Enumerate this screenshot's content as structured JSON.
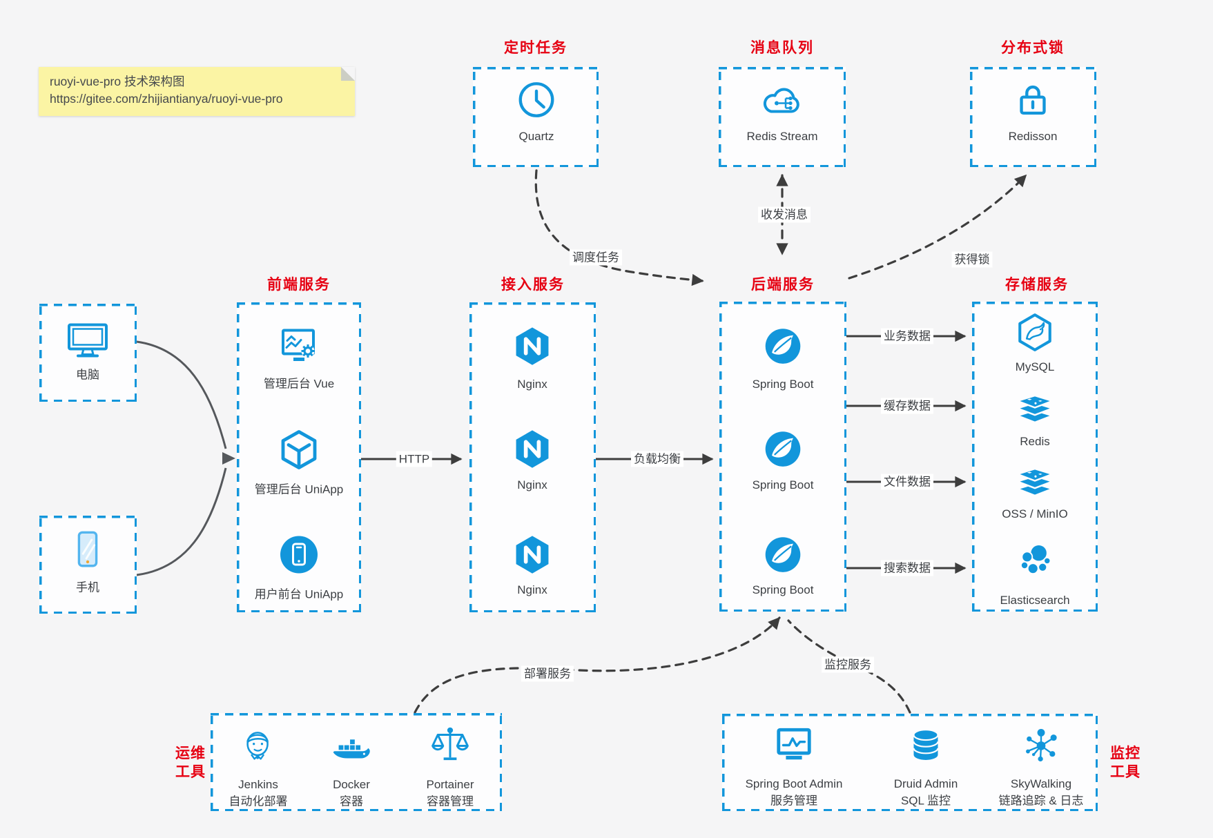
{
  "note": {
    "line1": "ruoyi-vue-pro 技术架构图",
    "line2": "https://gitee.com/zhijiantianya/ruoyi-vue-pro"
  },
  "colors": {
    "accent_blue": "#1296db",
    "title_red": "#e60012",
    "connector_dark": "#3d3d3d",
    "note_yellow": "#fbf4a4"
  },
  "top_services": [
    {
      "title": "定时任务",
      "label": "Quartz",
      "icon": "clock-icon"
    },
    {
      "title": "消息队列",
      "label": "Redis Stream",
      "icon": "cloud-stream-icon"
    },
    {
      "title": "分布式锁",
      "label": "Redisson",
      "icon": "lock-icon"
    }
  ],
  "clients": [
    {
      "label": "电脑",
      "icon": "desktop-icon"
    },
    {
      "label": "手机",
      "icon": "smartphone-icon"
    }
  ],
  "frontend": {
    "title": "前端服务",
    "items": [
      "管理后台 Vue",
      "管理后台 UniApp",
      "用户前台 UniApp"
    ]
  },
  "gateway": {
    "title": "接入服务",
    "items": [
      "Nginx",
      "Nginx",
      "Nginx"
    ]
  },
  "backend": {
    "title": "后端服务",
    "items": [
      "Spring Boot",
      "Spring Boot",
      "Spring Boot"
    ]
  },
  "storage": {
    "title": "存储服务",
    "items": [
      "MySQL",
      "Redis",
      "OSS / MinIO",
      "Elasticsearch"
    ]
  },
  "ops": {
    "title_line1": "运维",
    "title_line2": "工具",
    "items": [
      {
        "name": "Jenkins",
        "desc": "自动化部署",
        "icon": "jenkins-icon"
      },
      {
        "name": "Docker",
        "desc": "容器",
        "icon": "docker-whale-icon"
      },
      {
        "name": "Portainer",
        "desc": "容器管理",
        "icon": "scales-icon"
      }
    ]
  },
  "monitor": {
    "title_line1": "监控",
    "title_line2": "工具",
    "items": [
      {
        "name": "Spring Boot Admin",
        "desc": "服务管理",
        "icon": "monitor-pulse-icon"
      },
      {
        "name": "Druid Admin",
        "desc": "SQL 监控",
        "icon": "database-icon"
      },
      {
        "name": "SkyWalking",
        "desc": "链路追踪 & 日志",
        "icon": "topology-icon"
      }
    ]
  },
  "edges": {
    "http": "HTTP",
    "load_balance": "负载均衡",
    "schedule": "调度任务",
    "message": "收发消息",
    "lock": "获得锁",
    "business_data": "业务数据",
    "cache_data": "缓存数据",
    "file_data": "文件数据",
    "search_data": "搜索数据",
    "deploy": "部署服务",
    "monitoring": "监控服务"
  }
}
